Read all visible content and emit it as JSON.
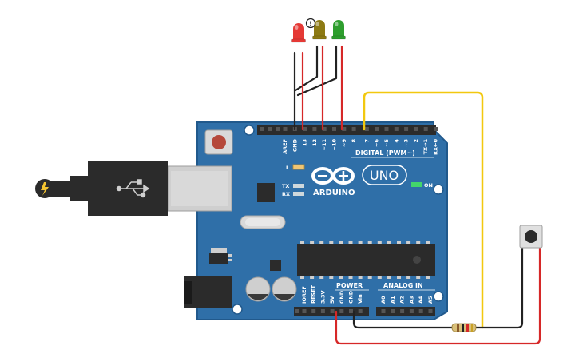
{
  "board": {
    "brand": "ARDUINO",
    "model": "UNO",
    "digital_section_label": "DIGITAL (PWM~)",
    "power_section_label": "POWER",
    "analog_section_label": "ANALOG IN",
    "indicator_l": "L",
    "indicator_tx": "TX",
    "indicator_rx": "RX",
    "indicator_on": "ON",
    "digital_pins": [
      "AREF",
      "GND",
      "13",
      "12",
      "~11",
      "~10",
      "~9",
      "8",
      "7",
      "~6",
      "~5",
      "4",
      "~3",
      "2",
      "TX→1",
      "RX←0"
    ],
    "power_pins": [
      "IOREF",
      "RESET",
      "3.3V",
      "5V",
      "GND",
      "GND",
      "Vin"
    ],
    "analog_pins": [
      "A0",
      "A1",
      "A2",
      "A3",
      "A4",
      "A5"
    ]
  },
  "components": {
    "leds": [
      {
        "name": "red-led",
        "color": "#e53935"
      },
      {
        "name": "olive-led",
        "color": "#8d7a14"
      },
      {
        "name": "green-led",
        "color": "#2e9e2e"
      }
    ],
    "warning_badge": "!",
    "usb_connector": "usb-plug",
    "resistor": "resistor",
    "pushbutton": "pushbutton"
  },
  "colors": {
    "board": "#2f6fa8",
    "board_edge": "#21598c",
    "wire_red": "#d62828",
    "wire_black": "#222222",
    "wire_yellow": "#f2c80f"
  }
}
